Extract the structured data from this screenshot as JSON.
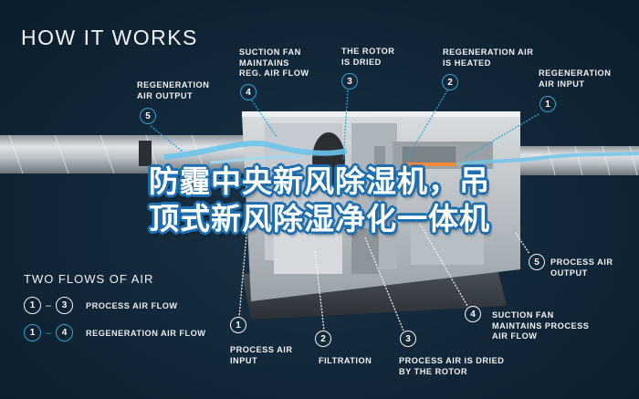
{
  "header": {
    "title": "HOW IT WORKS"
  },
  "overlay_title": "防霾中央新风除湿机，吊\n顶式新风除湿净化一体机",
  "top_callouts": [
    {
      "num": "5",
      "label": "REGENERATION\nAIR OUTPUT"
    },
    {
      "num": "4",
      "label": "SUCTION FAN\nMAINTAINS\nREG. AIR FLOW"
    },
    {
      "num": "3",
      "label": "THE ROTOR\nIS DRIED"
    },
    {
      "num": "2",
      "label": "REGENERATION AIR\nIS HEATED"
    },
    {
      "num": "1",
      "label": "REGENERATION\nAIR INPUT"
    }
  ],
  "bottom_callouts": [
    {
      "num": "1",
      "label": "PROCESS AIR\nINPUT"
    },
    {
      "num": "2",
      "label": "FILTRATION"
    },
    {
      "num": "3",
      "label": "PROCESS AIR IS DRIED\nBY THE ROTOR"
    },
    {
      "num": "4",
      "label": "SUCTION FAN\nMAINTAINS PROCESS\nAIR FLOW"
    },
    {
      "num": "5",
      "label": "PROCESS AIR\nOUTPUT"
    }
  ],
  "legend": {
    "title": "TWO FLOWS OF AIR",
    "rows": [
      {
        "from": "1",
        "to": "3",
        "label": "PROCESS AIR FLOW",
        "color": "#f2f5f7"
      },
      {
        "from": "1",
        "to": "4",
        "label": "REGENERATION AIR FLOW",
        "color": "#2fa6cf"
      }
    ]
  },
  "colors": {
    "background": "#13283a",
    "regeneration_accent": "#2fa6cf",
    "process_accent": "#f2f5f7",
    "airflow": "#6cc4ea",
    "heater": "#f08a3a",
    "overlay_outline": "#1e6fb0"
  }
}
